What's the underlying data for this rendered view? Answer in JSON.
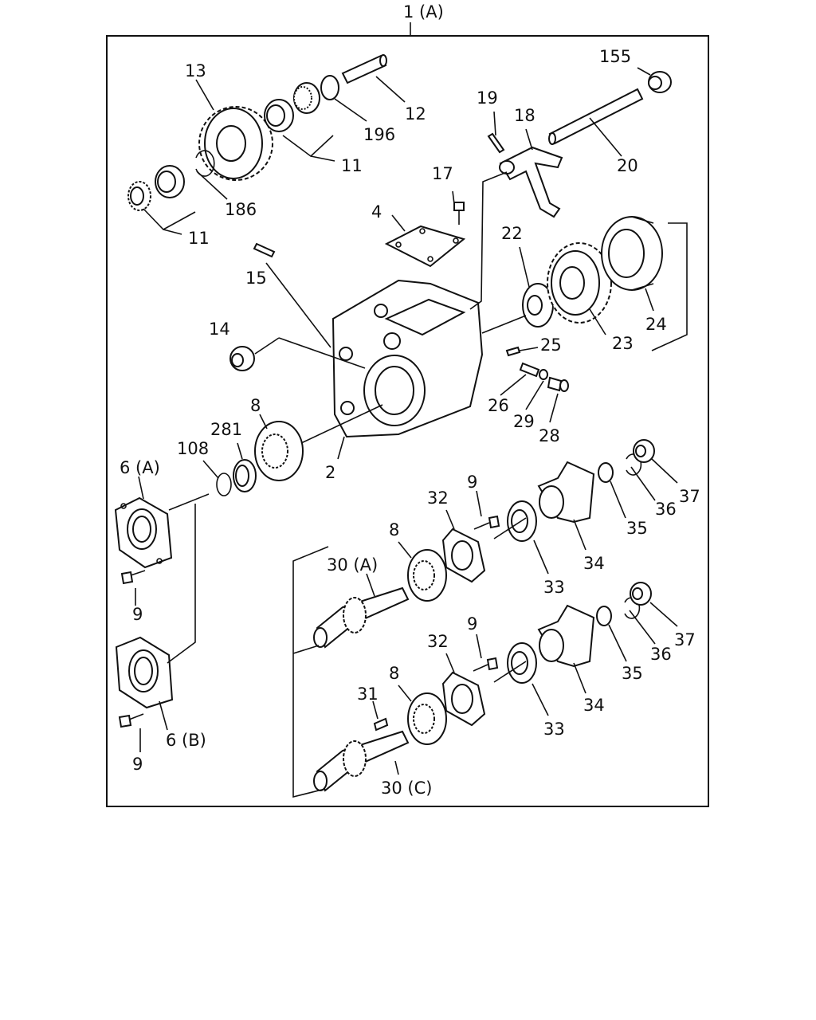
{
  "title": "1 (A)",
  "callouts": {
    "c155": "155",
    "c13": "13",
    "c12": "12",
    "c196": "196",
    "c11a": "11",
    "c11b": "11",
    "c186": "186",
    "c19": "19",
    "c18": "18",
    "c20": "20",
    "c17": "17",
    "c4": "4",
    "c22": "22",
    "c15": "15",
    "c14": "14",
    "c25": "25",
    "c23": "23",
    "c24": "24",
    "c26": "26",
    "c29": "29",
    "c28": "28",
    "c8a": "8",
    "c281": "281",
    "c108": "108",
    "c6a": "6 (A)",
    "c2": "2",
    "c9a": "9",
    "c32a": "32",
    "c8b": "8",
    "c30a": "30 (A)",
    "c37a": "37",
    "c36a": "36",
    "c35a": "35",
    "c34a": "34",
    "c33a": "33",
    "c9b": "9",
    "c9c": "9",
    "c32b": "32",
    "c8c": "8",
    "c31": "31",
    "c37b": "37",
    "c36b": "36",
    "c35b": "35",
    "c34b": "34",
    "c33b": "33",
    "c6b": "6 (B)",
    "c9d": "9",
    "c30c": "30 (C)"
  }
}
